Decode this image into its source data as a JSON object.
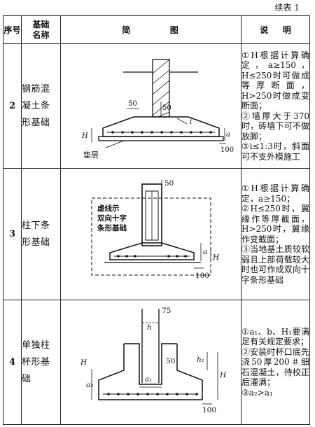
{
  "continued": "续表 1",
  "header": {
    "no": "序号",
    "base_line1": "基础",
    "base_line2": "名称",
    "sketch": [
      "简",
      "图"
    ],
    "explain": [
      "说",
      "明"
    ]
  },
  "rows": [
    {
      "no": "2",
      "name_lines": [
        "钢筋混",
        "凝土条",
        "形基础"
      ],
      "sketch_labels": {
        "dim_50_a": "50",
        "dim_50_b": "50",
        "H": "H",
        "i": "i",
        "a": "a",
        "dim_100": "100",
        "cushion": "垫层"
      },
      "notes": [
        "①H根据计算确定，a≥150，H≤250时可做成等厚断面，H>250时做成变断面；",
        "②墙厚大于370时，砖墙下可不做放脚；",
        "③i≤1:3时，斜面可不支外模施工"
      ]
    },
    {
      "no": "3",
      "name_lines": [
        "柱下条",
        "形基础"
      ],
      "sketch_labels": {
        "dim_50": "50",
        "dashed_note_1": "虚线示",
        "dashed_note_2": "双向十字",
        "dashed_note_3": "条形基础",
        "H": "H",
        "a": "a",
        "dim_100": "100"
      },
      "notes": [
        "①H根据计算确定，a≥150；",
        "②H≤250时，翼缘作等厚截面，H>250时，翼缘作变截面；",
        "③当地基土质较软弱且上部荷载较大时也可作成双向十字条形基础"
      ]
    },
    {
      "no": "4",
      "name_lines": [
        "单独柱",
        "杯形基",
        "础"
      ],
      "sketch_labels": {
        "dim_75": "75",
        "h": "h",
        "dim_50": "50",
        "H": "H",
        "h1": "h₁",
        "H_right": "H",
        "a2": "a₂",
        "a1": "a₁",
        "dim_100": "100"
      },
      "notes": [
        "①a₁、b、H₁要满足有关规定要求；",
        "②安装时杯口底先浇50厚200＃细石混凝土，待校正后灌满；",
        "③a₂>a₁"
      ]
    }
  ]
}
